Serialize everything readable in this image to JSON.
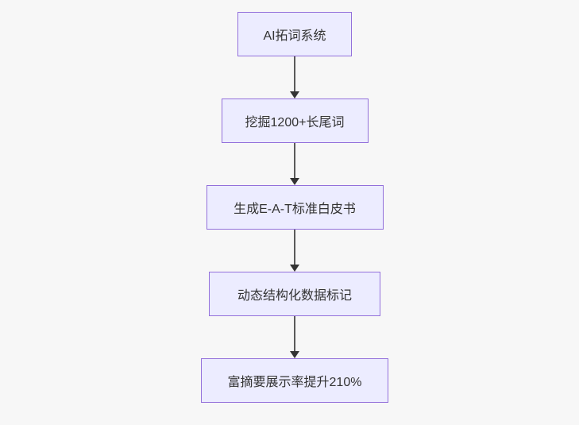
{
  "flowchart": {
    "kind": "flowchart",
    "direction": "top-down",
    "nodes": [
      {
        "id": "step-1",
        "label": "AI拓词系统"
      },
      {
        "id": "step-2",
        "label": "挖掘1200+长尾词"
      },
      {
        "id": "step-3",
        "label": "生成E-A-T标准白皮书"
      },
      {
        "id": "step-4",
        "label": "动态结构化数据标记"
      },
      {
        "id": "step-5",
        "label": "富摘要展示率提升210%"
      }
    ],
    "edges": [
      {
        "from": "step-1",
        "to": "step-2",
        "arrow": "down"
      },
      {
        "from": "step-2",
        "to": "step-3",
        "arrow": "down"
      },
      {
        "from": "step-3",
        "to": "step-4",
        "arrow": "down"
      },
      {
        "from": "step-4",
        "to": "step-5",
        "arrow": "down"
      }
    ],
    "colors": {
      "node_fill": "#ececff",
      "node_border": "#9370db",
      "node_text": "#333333",
      "arrow_line": "#5a5a5a",
      "arrow_head": "#333333",
      "background": "#f7f7f7"
    }
  }
}
